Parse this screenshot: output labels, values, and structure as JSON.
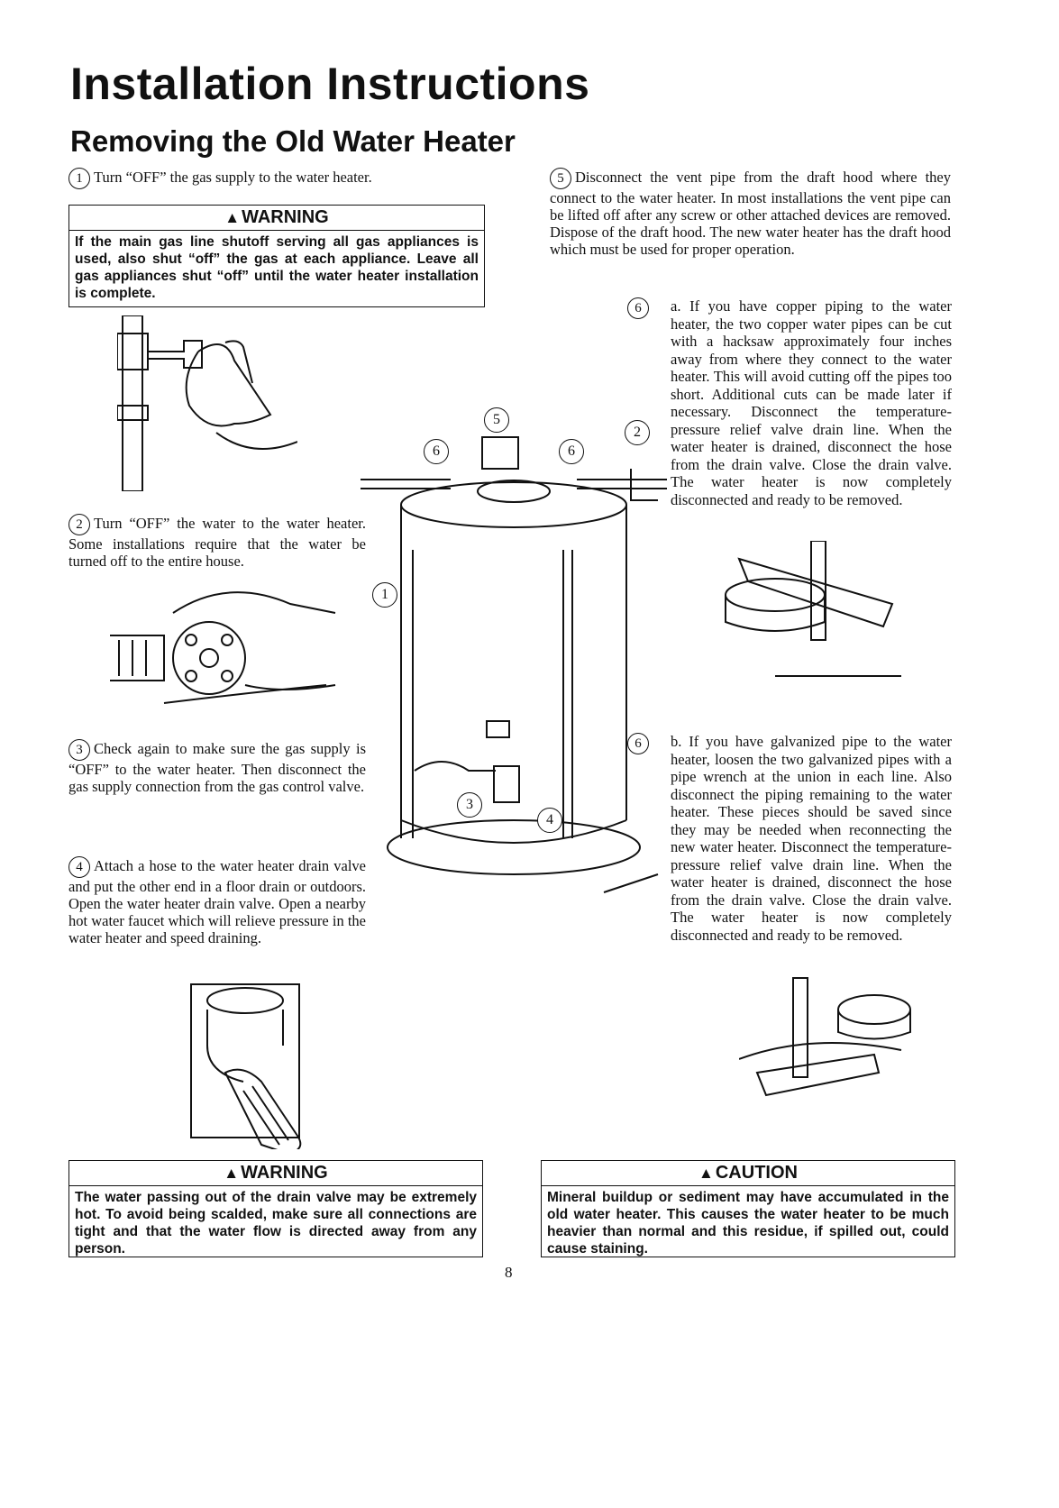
{
  "page_title": "Installation Instructions",
  "section_title": "Removing the Old Water Heater",
  "steps": {
    "s1": {
      "num": "1",
      "text": "Turn “OFF” the gas supply to the water heater."
    },
    "s2": {
      "num": "2",
      "text": "Turn “OFF” the water to the water heater. Some installations require that the water be turned off to the entire house."
    },
    "s3": {
      "num": "3",
      "text": "Check again to make sure the gas supply is “OFF” to the water heater. Then disconnect the gas supply connection from the gas control valve."
    },
    "s4": {
      "num": "4",
      "text": "Attach a hose to the water heater drain valve and put the other end in a floor drain or outdoors. Open the water heater drain valve. Open a nearby hot water faucet which will relieve pressure in the water heater and speed draining."
    },
    "s5": {
      "num": "5",
      "text": "Disconnect the vent pipe from the draft hood where they connect to the water heater. In most installations the vent pipe can be lifted off after any screw or other attached devices are removed. Dispose of the draft hood. The new water heater has the draft hood which must be used for proper operation."
    },
    "s6a": {
      "num": "6",
      "letter": "a.",
      "text": "If you have copper piping to the water heater, the two copper water pipes can be cut with a hacksaw approximately four inches away from where they connect to the water heater. This will avoid cutting off the pipes too short. Additional cuts can be made later if necessary. Disconnect the temperature-pressure relief valve drain line. When the water heater is drained, disconnect the hose from the drain valve. Close the drain valve. The water heater is now completely disconnected and ready to be removed."
    },
    "s6b": {
      "num": "6",
      "letter": "b.",
      "text": "If you have galvanized pipe to the water heater, loosen the two galvanized pipes with a pipe wrench at the union in each line. Also disconnect the piping remaining to the water heater. These pieces should be saved since they may be needed when reconnecting the new water heater. Disconnect the temperature-pressure relief valve drain line. When the water heater is drained, disconnect the hose from the drain valve. Close the drain valve. The water heater is now completely disconnected and ready to be removed."
    }
  },
  "warning_top": {
    "title": "WARNING",
    "body": "If the main gas line shutoff serving all gas appliances is used, also shut “off” the gas at each appliance. Leave all gas appliances shut “off” until the water heater installation is complete."
  },
  "warning_bottom": {
    "title": "WARNING",
    "body": "The water passing out of the drain valve may be extremely hot. To avoid being scalded, make sure all connections are tight and that the water flow is directed away from any person."
  },
  "caution": {
    "title": "CAUTION",
    "body": "Mineral buildup or sediment may have accumulated in the old water heater. This causes the water heater to be much heavier than normal and this residue, if spilled out, could cause staining."
  },
  "diagram_callouts": {
    "c1": "1",
    "c2": "2",
    "c3": "3",
    "c4": "4",
    "c5": "5",
    "c6a": "6",
    "c6b": "6"
  },
  "page_number": "8"
}
